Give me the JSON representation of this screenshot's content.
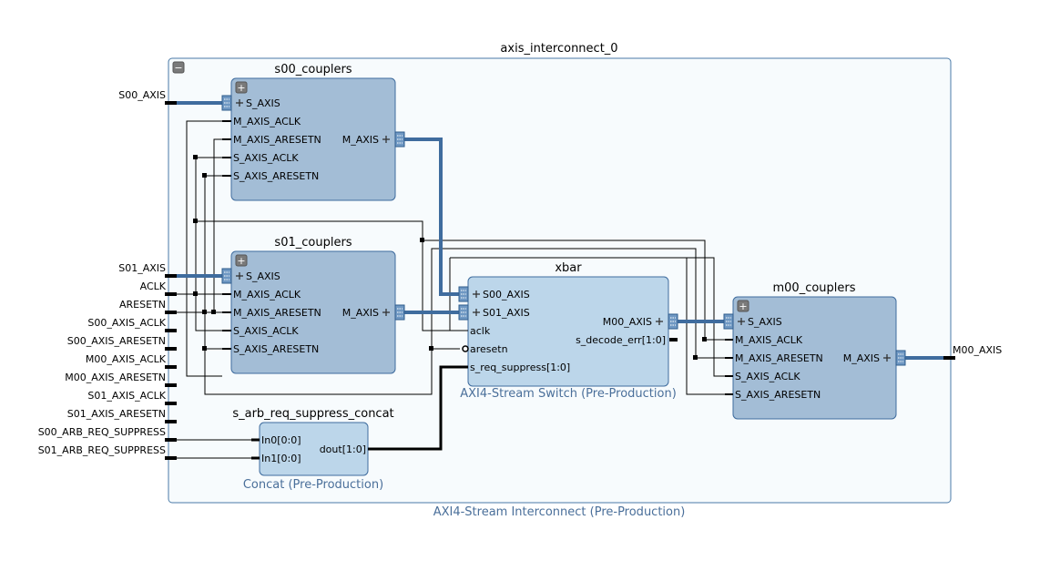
{
  "interconnect": {
    "title": "axis_interconnect_0",
    "subtitle": "AXI4-Stream Interconnect (Pre-Production)",
    "ext_ports": [
      {
        "name": "S00_AXIS",
        "kind": "bus"
      },
      {
        "name": "S01_AXIS",
        "kind": "bus"
      },
      {
        "name": "ACLK",
        "kind": "pin"
      },
      {
        "name": "ARESETN",
        "kind": "pin"
      },
      {
        "name": "S00_AXIS_ACLK",
        "kind": "pin"
      },
      {
        "name": "S00_AXIS_ARESETN",
        "kind": "pin"
      },
      {
        "name": "M00_AXIS_ACLK",
        "kind": "pin"
      },
      {
        "name": "M00_AXIS_ARESETN",
        "kind": "pin"
      },
      {
        "name": "S01_AXIS_ACLK",
        "kind": "pin"
      },
      {
        "name": "S01_AXIS_ARESETN",
        "kind": "pin"
      },
      {
        "name": "S00_ARB_REQ_SUPPRESS",
        "kind": "pin"
      },
      {
        "name": "S01_ARB_REQ_SUPPRESS",
        "kind": "pin"
      }
    ],
    "output_port": "M00_AXIS",
    "collapse_glyph": "−",
    "expand_glyph": "+"
  },
  "blocks": {
    "s00_couplers": {
      "title": "s00_couplers",
      "inputs": [
        "S_AXIS",
        "M_AXIS_ACLK",
        "M_AXIS_ARESETN",
        "S_AXIS_ACLK",
        "S_AXIS_ARESETN"
      ],
      "outputs": [
        "M_AXIS"
      ]
    },
    "s01_couplers": {
      "title": "s01_couplers",
      "inputs": [
        "S_AXIS",
        "M_AXIS_ACLK",
        "M_AXIS_ARESETN",
        "S_AXIS_ACLK",
        "S_AXIS_ARESETN"
      ],
      "outputs": [
        "M_AXIS"
      ]
    },
    "xbar": {
      "title": "xbar",
      "subtitle": "AXI4-Stream Switch (Pre-Production)",
      "inputs": [
        "S00_AXIS",
        "S01_AXIS",
        "aclk",
        "aresetn",
        "s_req_suppress[1:0]"
      ],
      "outputs": [
        "M00_AXIS",
        "s_decode_err[1:0]"
      ]
    },
    "m00_couplers": {
      "title": "m00_couplers",
      "inputs": [
        "S_AXIS",
        "M_AXIS_ACLK",
        "M_AXIS_ARESETN",
        "S_AXIS_ACLK",
        "S_AXIS_ARESETN"
      ],
      "outputs": [
        "M_AXIS"
      ]
    },
    "concat": {
      "title": "s_arb_req_suppress_concat",
      "subtitle": "Concat (Pre-Production)",
      "inputs": [
        "In0[0:0]",
        "In1[0:0]"
      ],
      "outputs": [
        "dout[1:0]"
      ]
    }
  },
  "colors": {
    "frame_fill": "#f7fbfd",
    "frame_stroke": "#4a7aa8",
    "hier_block_fill": "#a3bdd6",
    "ip_block_fill": "#bcd6ea",
    "block_stroke": "#3f6c9e",
    "bus_wire": "#3f6c9e",
    "subtitle_text": "#4a6f9a"
  }
}
